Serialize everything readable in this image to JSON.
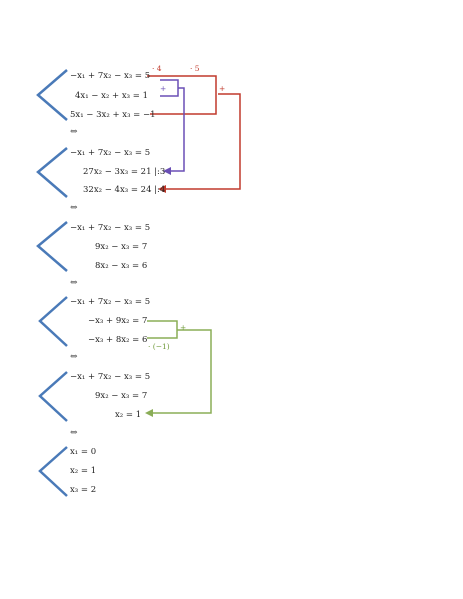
{
  "systems": [
    {
      "equations": [
        "−x₁ + 7x₂ − x₃ = 5",
        "4x₁ − x₂ + x₃ = 1",
        "5x₁ − 3x₂ + x₃ = −1"
      ]
    },
    {
      "equations": [
        "−x₁ + 7x₂ − x₃ = 5",
        "27x₂ − 3x₃ = 21  |:3",
        "32x₂ − 4x₃ = 24  |:4"
      ]
    },
    {
      "equations": [
        "−x₁ + 7x₂ − x₃ = 5",
        "9x₂ − x₃ = 7",
        "8x₂ − x₃ = 6"
      ]
    },
    {
      "equations": [
        "−x₁ + 7x₂ − x₃ = 5",
        "−x₃ + 9x₂ = 7",
        "−x₃ + 8x₂ = 6"
      ]
    },
    {
      "equations": [
        "−x₁ + 7x₂ − x₃ = 5",
        "9x₂ − x₃ = 7",
        "x₂ = 1"
      ]
    },
    {
      "equations": [
        "x₁ = 0",
        "x₂ = 1",
        "x₃ = 2"
      ]
    }
  ],
  "equivalence_symbol": "⇔",
  "annotations": {
    "times_4": "· 4",
    "times_5": "· 5",
    "plus_a": "+",
    "plus_b": "+",
    "plus_c": "+",
    "times_neg1": "· (−1)"
  },
  "colors": {
    "bracket": "#4a7ab8",
    "red": "#c0392b",
    "purple": "#6a4fb5",
    "green": "#8aad57"
  }
}
